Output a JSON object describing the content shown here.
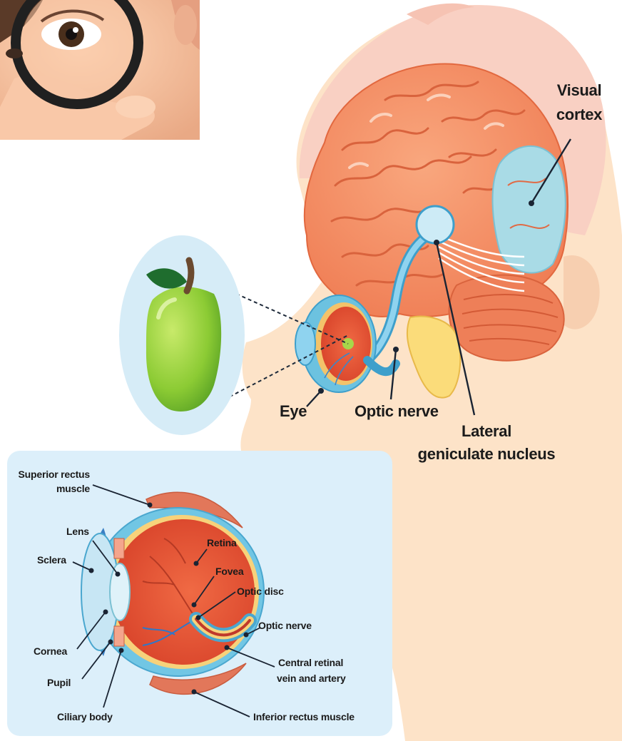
{
  "head_labels": {
    "visual_cortex_line1": "Visual",
    "visual_cortex_line2": "cortex",
    "eye": "Eye",
    "optic_nerve": "Optic nerve",
    "lgn_line1": "Lateral",
    "lgn_line2": "geniculate nucleus"
  },
  "eye_labels": {
    "superior_rectus_line1": "Superior rectus",
    "superior_rectus_line2": "muscle",
    "lens": "Lens",
    "sclera": "Sclera",
    "retina": "Retina",
    "fovea": "Fovea",
    "optic_disc": "Optic disc",
    "optic_nerve": "Optic nerve",
    "cornea": "Cornea",
    "pupil": "Pupil",
    "ciliary_body": "Ciliary body",
    "central_retinal_line1": "Central retinal",
    "central_retinal_line2": "vein and artery",
    "inferior_rectus": "Inferior rectus muscle"
  },
  "colors": {
    "head_skin": "#fde1c5",
    "head_hair": "#f9cfc2",
    "brain": "#f58d63",
    "cerebellum": "#ef7f58",
    "brainstem": "#fbdd7a",
    "visual_cortex": "#a9dbe6",
    "nerve": "#66bfe1",
    "apple": "#8ccb34",
    "apple_leaf": "#1f6d2e",
    "inset_bg": "#dceffa",
    "eyeball_inner": "#e8502f",
    "muscle": "#e2775a"
  },
  "photo": {
    "icon": "magnifying-glass-child-photo"
  }
}
